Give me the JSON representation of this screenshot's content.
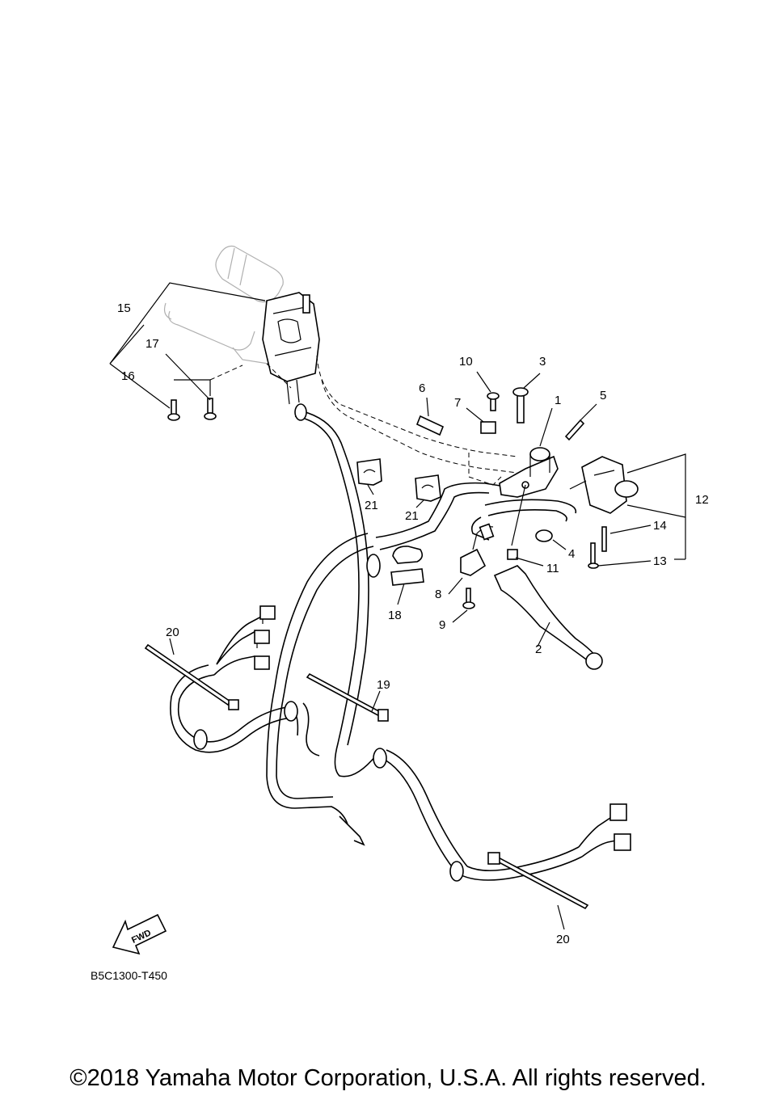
{
  "diagram": {
    "drawing_code": "B5C1300-T450",
    "fwd_label": "FWD",
    "callouts": {
      "c1": "1",
      "c2": "2",
      "c3": "3",
      "c4": "4",
      "c5": "5",
      "c6": "6",
      "c7": "7",
      "c8": "8",
      "c9": "9",
      "c10": "10",
      "c11": "11",
      "c12": "12",
      "c13": "13",
      "c14": "14",
      "c15": "15",
      "c16": "16",
      "c17": "17",
      "c18": "18",
      "c19": "19",
      "c20a": "20",
      "c20b": "20",
      "c21a": "21",
      "c21b": "21"
    }
  },
  "footer": {
    "copyright": "©2018 Yamaha Motor Corporation, U.S.A. All rights reserved."
  }
}
